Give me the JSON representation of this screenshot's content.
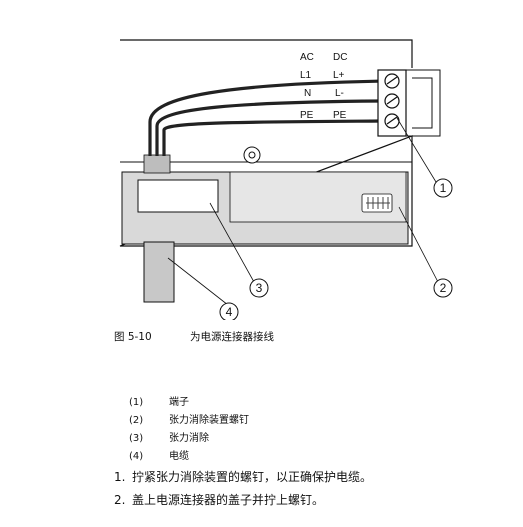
{
  "diagram": {
    "col_headers": [
      "AC",
      "DC"
    ],
    "rows": [
      {
        "ac": "L1",
        "dc": "L+"
      },
      {
        "ac": "N",
        "dc": "L-"
      },
      {
        "ac": "PE",
        "dc": "PE"
      }
    ],
    "callouts": [
      "1",
      "2",
      "3",
      "4"
    ]
  },
  "figure": {
    "number": "图 5-10",
    "caption": "为电源连接器接线"
  },
  "legend": [
    {
      "num": "(1)",
      "text": "端子"
    },
    {
      "num": "(2)",
      "text": "张力消除装置螺钉"
    },
    {
      "num": "(3)",
      "text": "张力消除"
    },
    {
      "num": "(4)",
      "text": "电缆"
    }
  ],
  "steps": [
    {
      "idx": "1.",
      "text": "拧紧张力消除装置的螺钉，以正确保护电缆。"
    },
    {
      "idx": "2.",
      "text": "盖上电源连接器的盖子并拧上螺钉。"
    }
  ]
}
